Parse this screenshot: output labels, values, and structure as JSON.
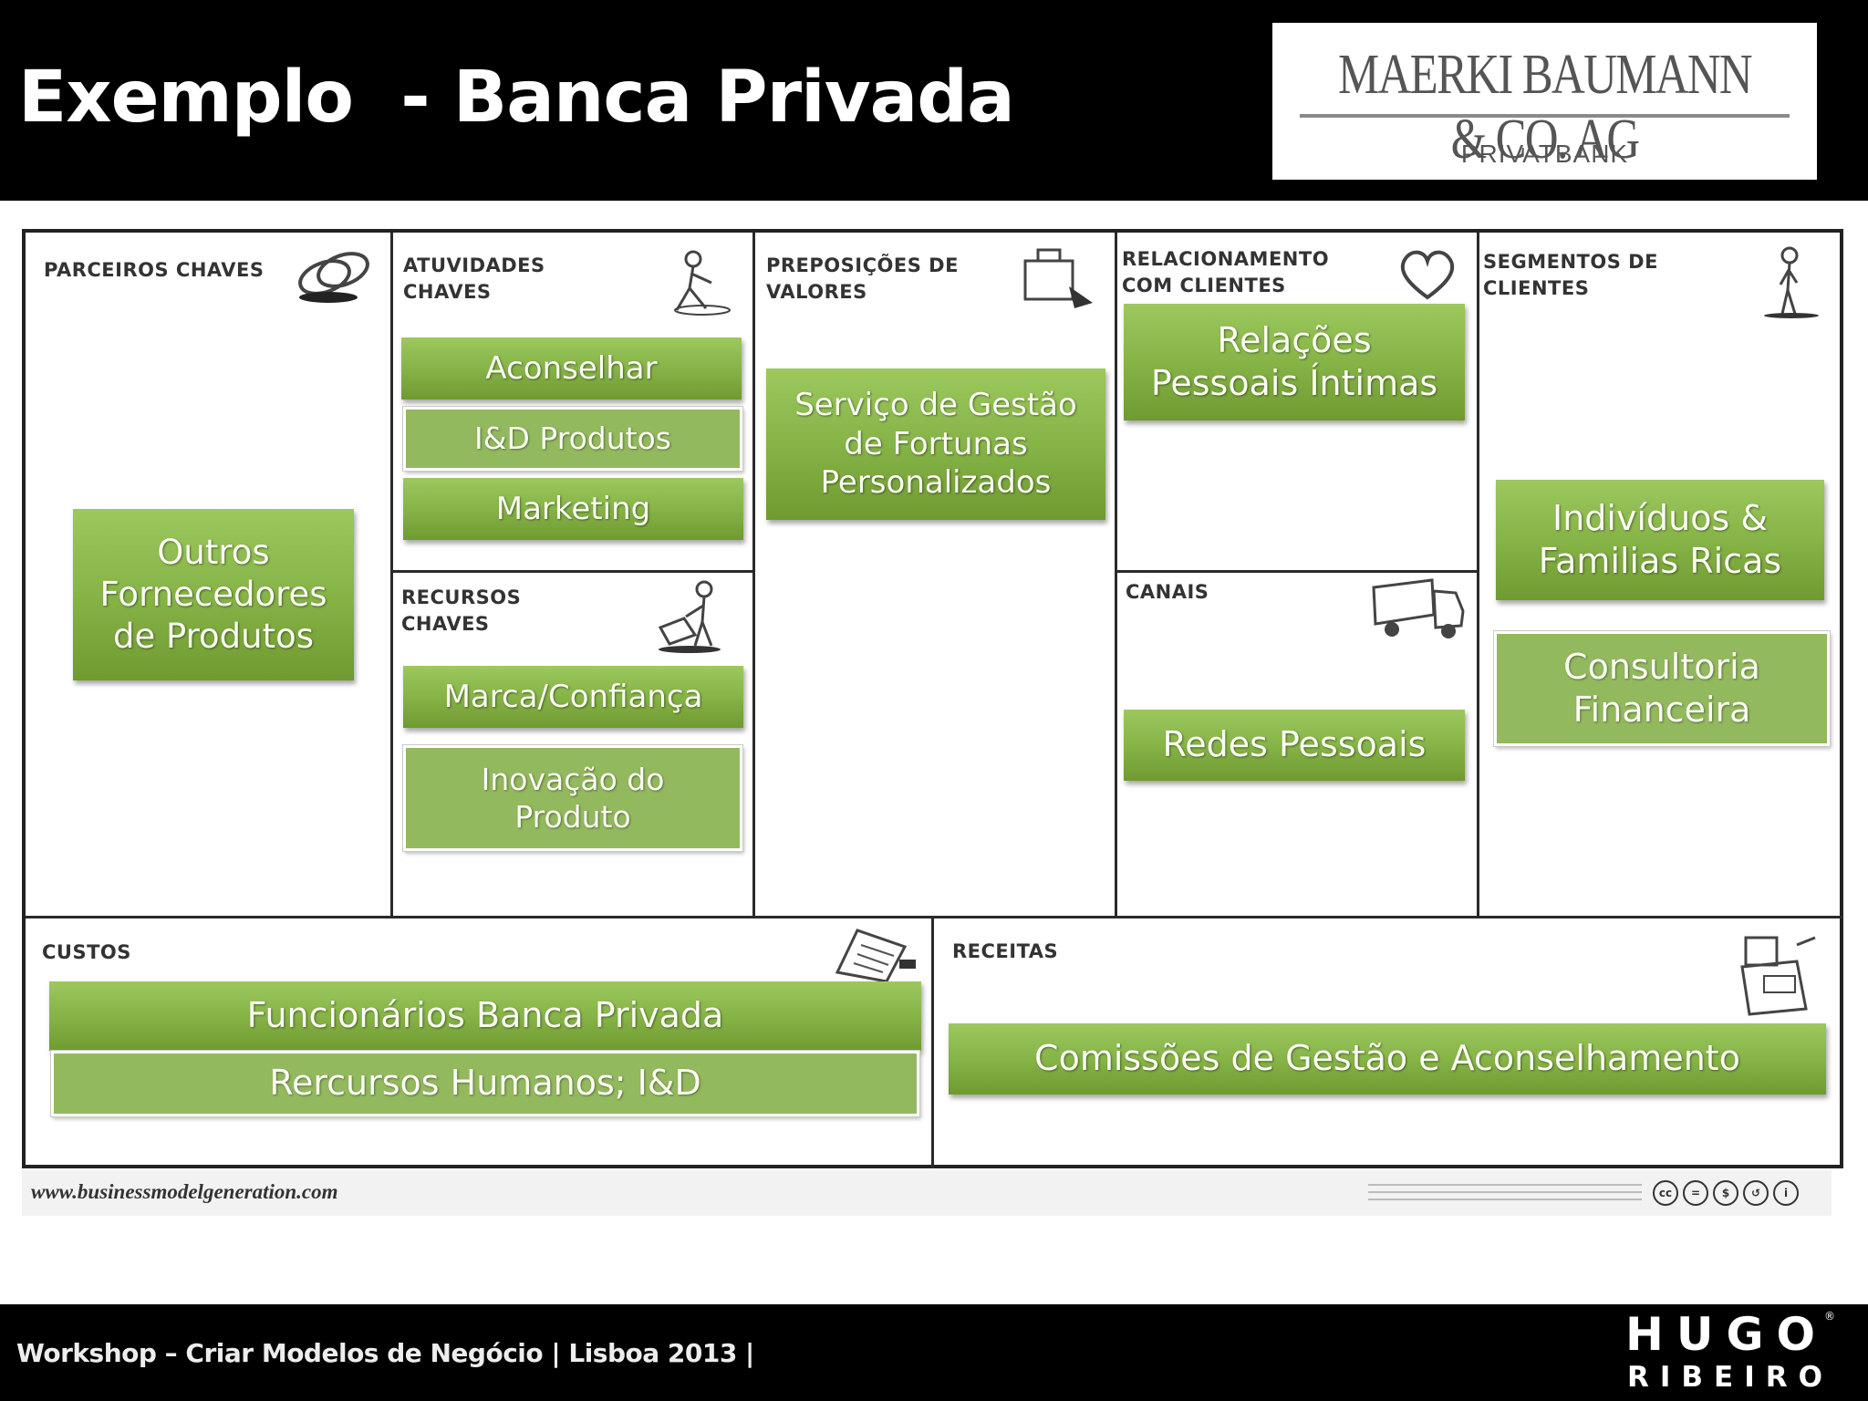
{
  "header": {
    "title": "Exemplo  - Banca Privada",
    "logo_name": "MAERKI BAUMANN & CO. AG",
    "logo_sub": "PRIVATBANK"
  },
  "sections": {
    "parceiros": "PARCEIROS CHAVES",
    "atividades": "ATUVIDADES\nCHAVES",
    "recursos": "RECURSOS\nCHAVES",
    "proposicoes": "PREPOSIÇÕES DE\nVALORES",
    "relacionamento": "RELACIONAMENTO\nCOM CLIENTES",
    "canais": "CANAIS",
    "segmentos": "SEGMENTOS DE\nCLIENTES",
    "custos": "CUSTOS",
    "receitas": "RECEITAS"
  },
  "boxes": {
    "outros_fornecedores": "Outros Fornecedores de Produtos",
    "aconselhar": "Aconselhar",
    "id_produtos": "I&D Produtos",
    "marketing": "Marketing",
    "marca_confianca": "Marca/Confiança",
    "inovacao_produto": "Inovação do Produto",
    "servico_gestao": "Serviço de Gestão de Fortunas Personalizados",
    "relacoes_pessoais": "Relações Pessoais Íntimas",
    "redes_pessoais": "Redes Pessoais",
    "individuos": "Indivíduos & Familias Ricas",
    "consultoria": "Consultoria Financeira",
    "funcionarios": "Funcionários Banca Privada",
    "recursos_humanos": "Rercursos Humanos; I&D",
    "comissoes": "Comissões de Gestão e Aconselhamento"
  },
  "footer": {
    "url": "www.businessmodelgeneration.com",
    "workshop": "Workshop – Criar Modelos de Negócio | Lisboa 2013 |",
    "brand_line1": "HUGO",
    "brand_line2": "RIBEIRO",
    "brand_mark": "®"
  },
  "icons": [
    "chain-links-icon",
    "worker-icon",
    "person-with-box-icon",
    "gift-box-icon",
    "heart-icon",
    "truck-icon",
    "standing-person-icon",
    "receipt-icon",
    "cash-register-icon"
  ],
  "colors": {
    "green_top": "#9cc85e",
    "green_bottom": "#6f9a30",
    "header_bg": "#000000"
  }
}
